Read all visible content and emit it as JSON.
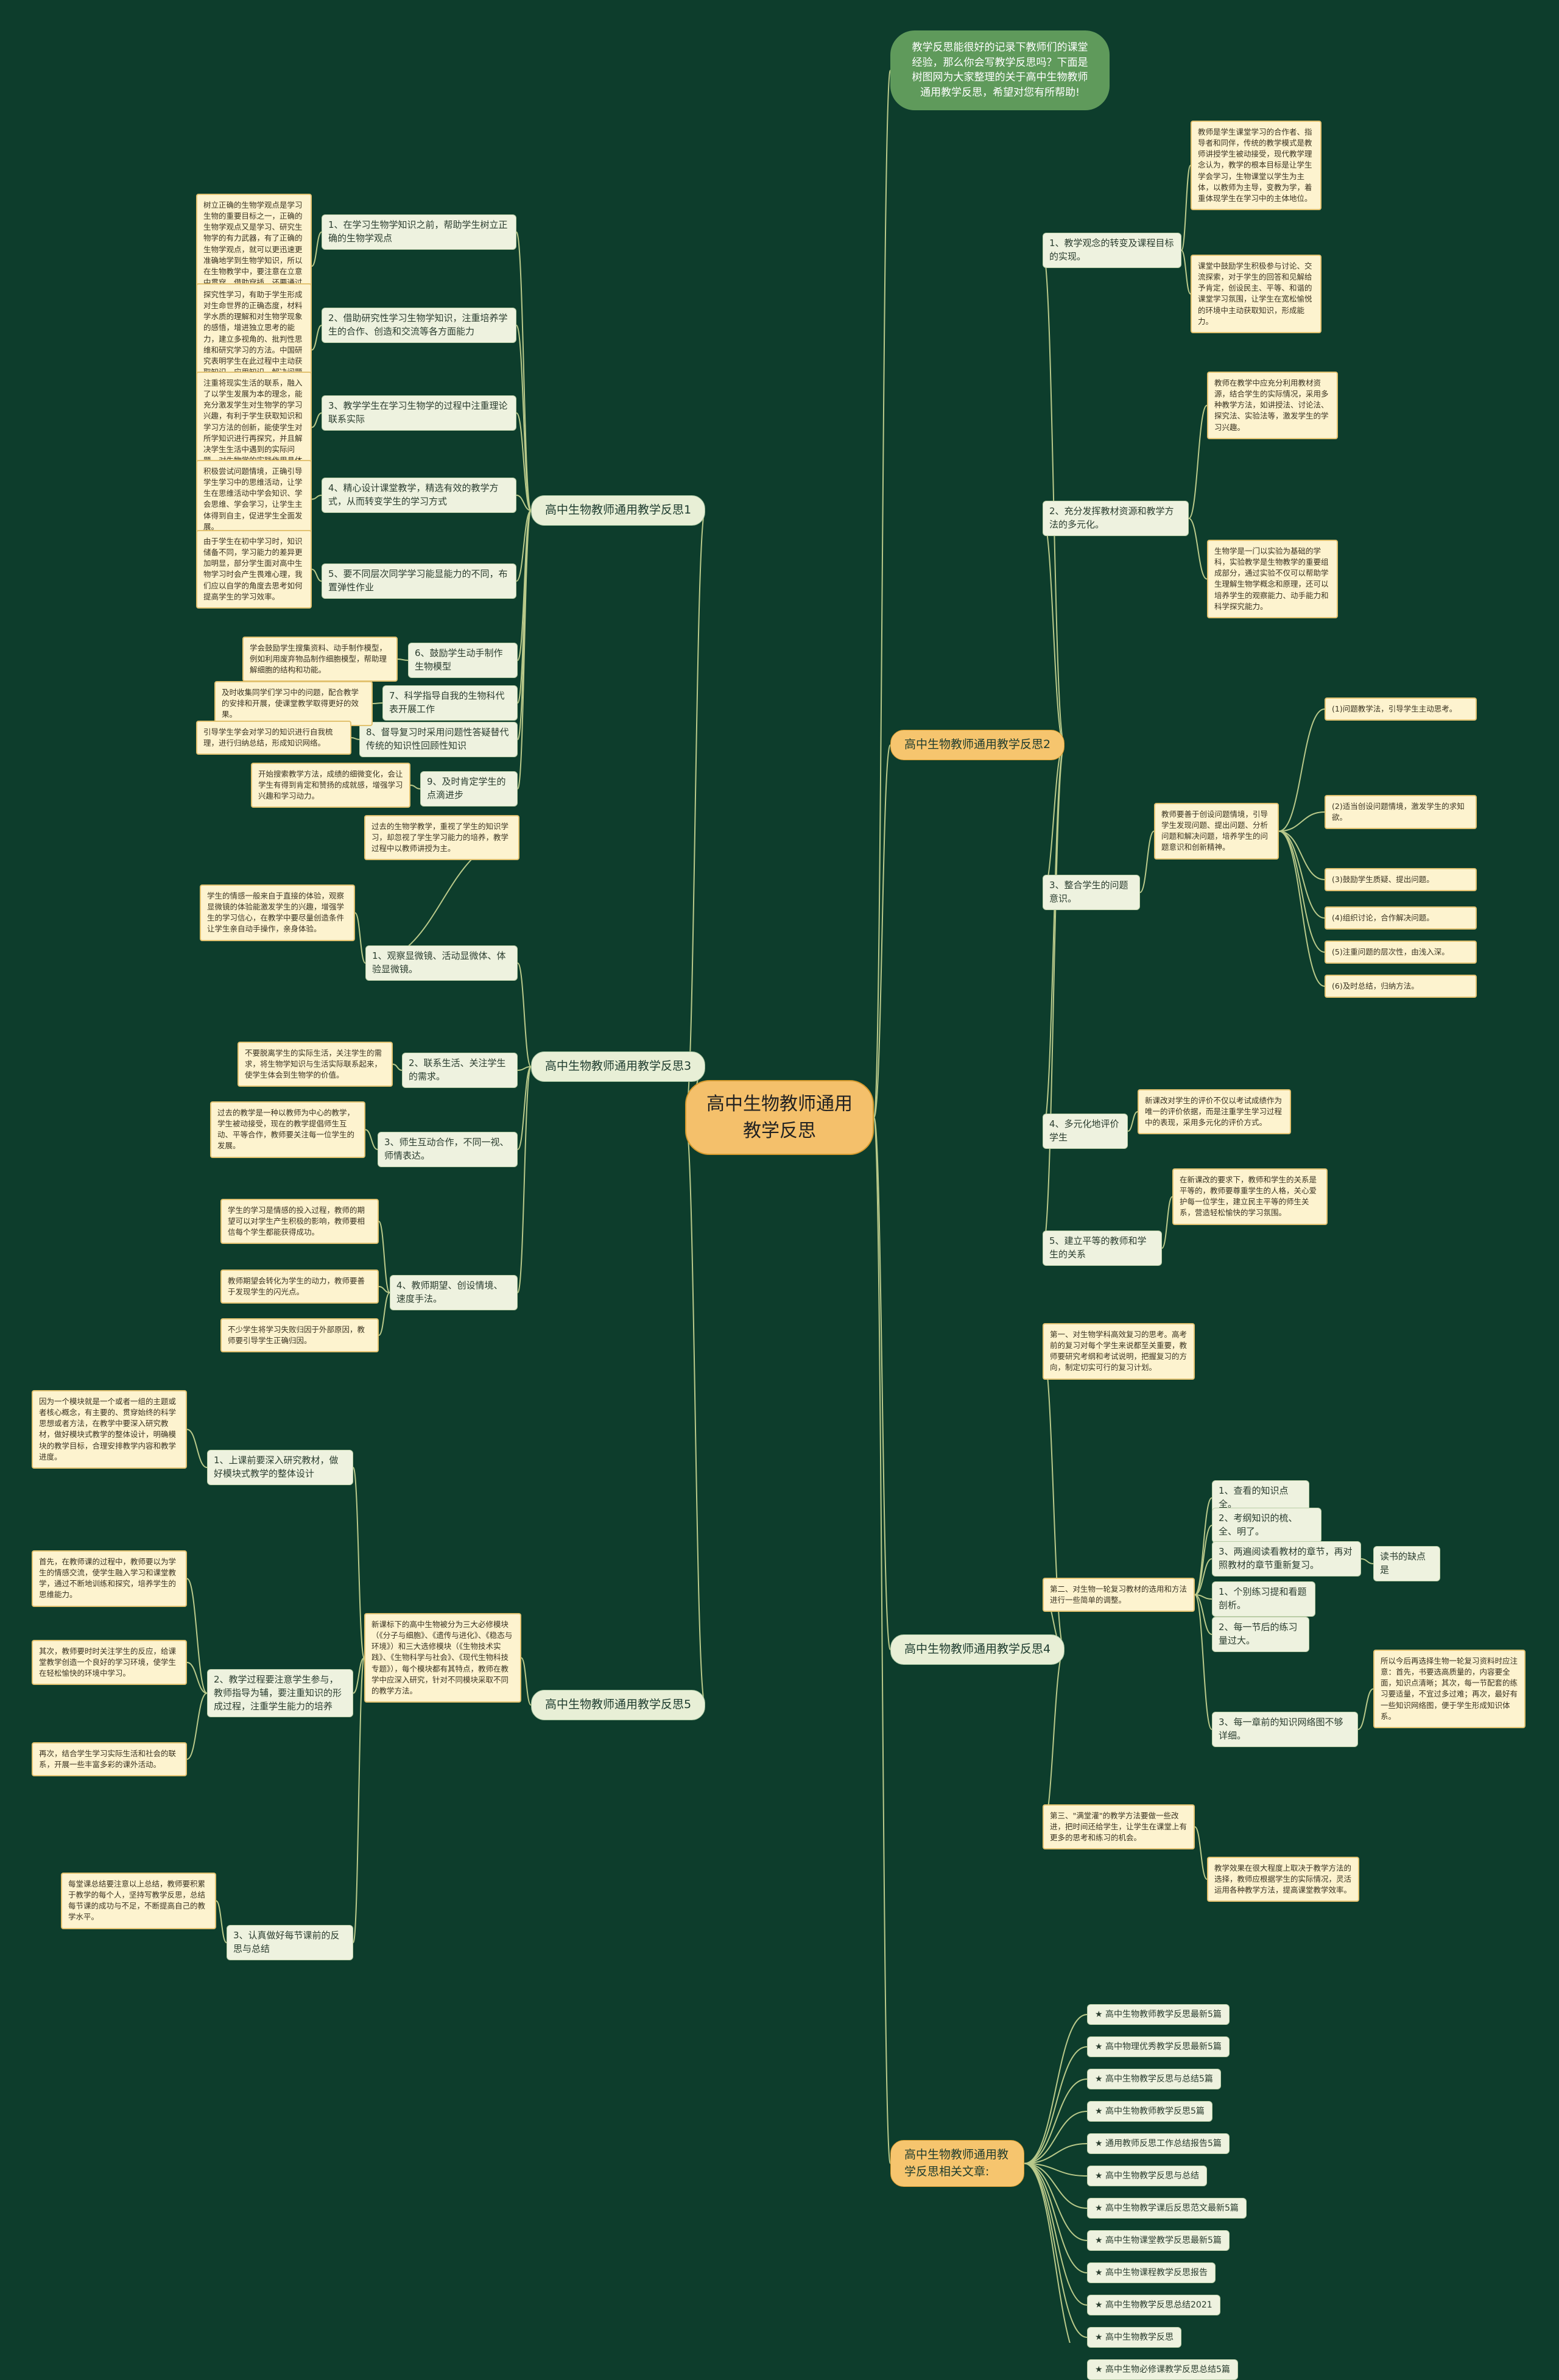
{
  "root": "高中生物教师通用教学反思",
  "intro": "教学反思能很好的记录下教师们的课堂经验，那么你会写教学反思吗？下面是树图网为大家整理的关于高中生物教师通用教学反思，希望对您有所帮助!",
  "branches": [
    {
      "label": "高中生物教师通用教学反思1"
    },
    {
      "label": "高中生物教师通用教学反思2"
    },
    {
      "label": "高中生物教师通用教学反思3"
    },
    {
      "label": "高中生物教师通用教学反思4"
    },
    {
      "label": "高中生物教师通用教学反思5"
    },
    {
      "label": "高中生物教师通用教学反思相关文章:"
    }
  ],
  "b1": {
    "subs": [
      "1、在学习生物学知识之前，帮助学生树立正确的生物学观点",
      "2、借助研究性学习生物学知识，注重培养学生的合作、创造和交流等各方面能力",
      "3、教学学生在学习生物学的过程中注重理论联系实际",
      "4、精心设计课堂教学，精选有效的教学方式，从而转变学生的学习方式",
      "5、要不同层次同学学习能显能力的不同，布置弹性作业",
      "6、鼓励学生动手制作生物模型",
      "7、科学指导自我的生物科代表开展工作",
      "8、督导复习时采用问题性答疑替代传统的知识性回顾性知识",
      "9、及时肯定学生的点滴进步"
    ],
    "leaves": [
      "树立正确的生物学观点是学习生物的重要目标之一，正确的生物学观点又是学习、研究生物学的有力武器，有了正确的生物学观点，就可以更迅速更准确地学到生物学知识，所以在生物教学中，要注意在立意中贯穿、借助穿插，还要通过进一步研究生物学观点，生命是物质的，生命活动对立统一，生物进化和生态学等观点。",
      "探究性学习，有助于学生形成对生命世界的正确态度，材料学水质的理解和对生物学现象的感悟，增进独立思考的能力，建立多视角的、批判性思维和研究学习的方法。中国研究表明学生在此过程中主动获取知识、应用知识、解决问题的学习活动，学生在于探索研究过程中体验科学研究的艰辛与乐趣。",
      "注重将现实生活的联系，融入了以学生发展为本的理念，能充分激发学生对生物学的学习兴趣，有利于学生获取知识和学习方法的创新，能使学生对所学知识进行再探究，并且解决学生生活中遇到的实际问题，对生物学的实践作用具体化。",
      "积极尝试问题情境，正确引导学生学习中的思维活动，让学生在思维活动中学会知识、学会思维、学会学习，让学生主体得到自主，促进学生全面发展。",
      "由于学生在初中学习时，知识储备不同，学习能力的差异更加明显，部分学生面对高中生物学习时会产生畏难心理，我们应以自学的角度去思考如何提高学生的学习效率。",
      "学会鼓励学生搜集资料、动手制作模型，例如利用废弃物品制作细胞模型，帮助理解细胞的结构和功能。",
      "及时收集同学们学习中的问题，配合教学的安排和开展，使课堂教学取得更好的效果。",
      "引导学生学会对学习的知识进行自我梳理，进行归纳总结，形成知识网络。",
      "开始搜索教学方法，成绩的细微变化，会让学生有得到肯定和赞扬的成就感，增强学习兴趣和学习动力。"
    ]
  },
  "b2": {
    "subs": [
      "1、教学观念的转变及课程目标的实现。",
      "2、充分发挥教材资源和教学方法的多元化。",
      "3、整合学生的问题意识。",
      "4、多元化地评价学生",
      "5、建立平等的教师和学生的关系"
    ],
    "leaves": [
      "教师是学生课堂学习的合作者、指导者和同伴，传统的教学模式是教师讲授学生被动接受，现代教学理念认为，教学的根本目标是让学生学会学习，生物课堂以学生为主体，以教师为主导，变教为学，着重体现学生在学习中的主体地位。",
      "课堂中鼓励学生积极参与讨论、交流探索，对于学生的回答和见解给予肯定，创设民主、平等、和谐的课堂学习氛围，让学生在宽松愉悦的环境中主动获取知识，形成能力。",
      "教师在教学中应充分利用教材资源，结合学生的实际情况，采用多种教学方法，如讲授法、讨论法、探究法、实验法等，激发学生的学习兴趣。",
      "生物学是一门以实验为基础的学科，实验教学是生物教学的重要组成部分，通过实验不仅可以帮助学生理解生物学概念和原理，还可以培养学生的观察能力、动手能力和科学探究能力。",
      "教师要善于创设问题情境，引导学生发现问题、提出问题、分析问题和解决问题，培养学生的问题意识和创新精神。",
      "(1)问题教学法，引导学生主动思考。",
      "(2)适当创设问题情境，激发学生的求知欲。",
      "(3)鼓励学生质疑、提出问题。",
      "(4)组织讨论，合作解决问题。",
      "(5)注重问题的层次性，由浅入深。",
      "(6)及时总结，归纳方法。",
      "新课改对学生的评价不仅以考试成绩作为唯一的评价依据，而是注重学生学习过程中的表现，采用多元化的评价方式。",
      "在新课改的要求下，教师和学生的关系是平等的，教师要尊重学生的人格，关心爱护每一位学生，建立民主平等的师生关系，营造轻松愉快的学习氛围。"
    ]
  },
  "b3": {
    "subs": [
      "1、观察显微镜、活动显微体、体验显微镜。",
      "2、联系生活、关注学生的需求。",
      "3、师生互动合作，不同一视、师情表达。",
      "4、教师期望、创设情境、速度手法。"
    ],
    "leaves": [
      "过去的生物学教学，重视了学生的知识学习，却忽视了学生学习能力的培养，教学过程中以教师讲授为主。",
      "学生的情感一般来自于直接的体验，观察显微镜的体验能激发学生的兴趣，增强学生的学习信心，在教学中要尽量创造条件让学生亲自动手操作，亲身体验。",
      "不要脱离学生的实际生活，关注学生的需求，将生物学知识与生活实际联系起来，使学生体会到生物学的价值。",
      "过去的教学是一种以教师为中心的教学，学生被动接受，现在的教学提倡师生互动、平等合作，教师要关注每一位学生的发展。",
      "学生的学习是情感的投入过程，教师的期望可以对学生产生积极的影响，教师要相信每个学生都能获得成功。",
      "教师期望会转化为学生的动力，教师要善于发现学生的闪光点。",
      "不少学生将学习失败归因于外部原因，教师要引导学生正确归因。"
    ]
  },
  "b4": {
    "paras": [
      "第一、对生物学科高效复习的思考。高考前的复习对每个学生来说都至关重要，教师要研究考纲和考试说明，把握复习的方向，制定切实可行的复习计划。",
      "第二、对生物一轮复习教材的选用和方法进行一些简单的调整。",
      "第三、\"满堂灌\"的教学方法要做一些改进，把时间还给学生，让学生在课堂上有更多的思考和练习的机会。"
    ],
    "subs": [
      "1、查看的知识点全。",
      "2、考纲知识的梳、全、明了。",
      "3、两遍阅读看教材的章节，再对照教材的章节重新复习。",
      "1、个别练习提和看题剖析。",
      "2、每一节后的练习量过大。",
      "3、每一章前的知识网络图不够详细。"
    ],
    "tag": "读书的缺点是",
    "leaves": [
      "所以今后再选择生物一轮复习资料时应注意：首先，书要选高质量的，内容要全面，知识点清晰；其次，每一节配套的练习要适量，不宜过多过难；再次，最好有一些知识网络图，便于学生形成知识体系。",
      "教学效果在很大程度上取决于教学方法的选择，教师应根据学生的实际情况，灵活运用各种教学方法，提高课堂教学效率。"
    ]
  },
  "b5": {
    "subs": [
      "1、上课前要深入研究教材，做好模块式教学的整体设计",
      "2、教学过程要注意学生参与，教师指导为辅，要注重知识的形成过程，注重学生能力的培养",
      "3、认真做好每节课前的反思与总结"
    ],
    "main": "新课标下的高中生物被分为三大必修模块（《分子与细胞》、《遗传与进化》、《稳态与环境》）和三大选修模块（《生物技术实践》、《生物科学与社会》、《现代生物科技专题》），每个模块都有其特点，教师在教学中应深入研究，针对不同模块采取不同的教学方法。",
    "leaves": [
      "因为一个模块就是一个或者一组的主题或者核心概念，有主要的、贯穿始终的科学思想或者方法，在教学中要深入研究教材，做好模块式教学的整体设计，明确模块的教学目标，合理安排教学内容和教学进度。",
      "首先，在教师课的过程中，教师要以为学生的情感交流，使学生融入学习和课堂教学，通过不断地训练和探究，培养学生的思维能力。",
      "其次，教师要时时关注学生的反应，给课堂教学创造一个良好的学习环境，使学生在轻松愉快的环境中学习。",
      "再次，结合学生学习实际生活和社会的联系，开展一些丰富多彩的课外活动。",
      "每堂课总结要注意以上总结，教师要积累于教学的每个人，坚持写教学反思，总结每节课的成功与不足，不断提高自己的教学水平。"
    ]
  },
  "related": [
    "★ 高中生物教师教学反思最新5篇",
    "★ 高中物理优秀教学反思最新5篇",
    "★ 高中生物教学反思与总结5篇",
    "★ 高中生物教师教学反思5篇",
    "★ 通用教师反思工作总结报告5篇",
    "★ 高中生物教学反思与总结",
    "★ 高中生物教学课后反思范文最新5篇",
    "★ 高中生物课堂教学反思最新5篇",
    "★ 高中生物课程教学反思报告",
    "★ 高中生物教学反思总结2021",
    "★ 高中生物教学反思",
    "★ 高中生物必修课教学反思总结5篇"
  ],
  "colors": {
    "bg": "#0d3d2c",
    "root": "#f4c06b",
    "wire": "#b9c98a",
    "leafBorder": "#e2c270"
  }
}
